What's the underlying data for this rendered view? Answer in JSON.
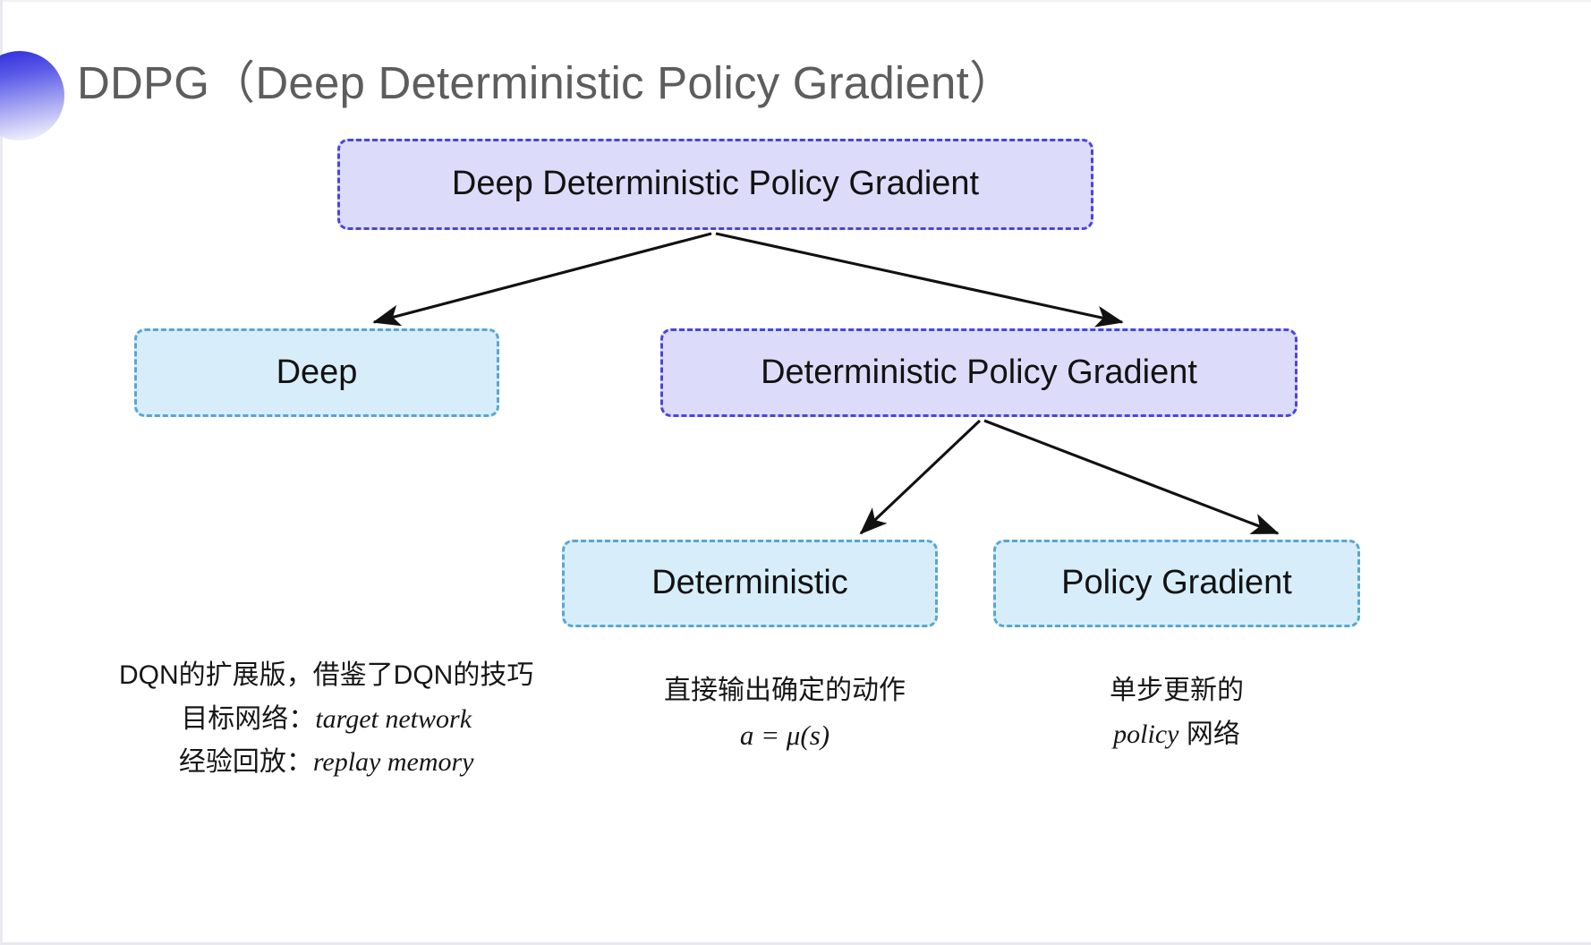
{
  "slide": {
    "title": "DDPG（Deep Deterministic Policy Gradient）",
    "background_color": "#ffffff",
    "title_color": "#5d5d5d",
    "accent_color": "#4a45dd"
  },
  "decoration": {
    "shape": "half-circle-gradient",
    "gradient_from": "#2b2bd8",
    "gradient_to": "#ffffff"
  },
  "diagram": {
    "nodes": [
      {
        "id": "root",
        "label": "Deep Deterministic Policy Gradient",
        "style": "purple",
        "fill": "#dcdcfa",
        "border": "#4a45dd"
      },
      {
        "id": "deep",
        "label": "Deep",
        "style": "cyan",
        "fill": "#d7eefa",
        "border": "#5aa6d2"
      },
      {
        "id": "dpg",
        "label": "Deterministic Policy Gradient",
        "style": "purple",
        "fill": "#dcdcfa",
        "border": "#4a45dd"
      },
      {
        "id": "det",
        "label": "Deterministic",
        "style": "cyan",
        "fill": "#d7eefa",
        "border": "#5aa6d2"
      },
      {
        "id": "pg",
        "label": "Policy Gradient",
        "style": "cyan",
        "fill": "#d7eefa",
        "border": "#5aa6d2"
      }
    ],
    "edges": [
      {
        "from": "root",
        "to": "deep"
      },
      {
        "from": "root",
        "to": "dpg"
      },
      {
        "from": "dpg",
        "to": "det"
      },
      {
        "from": "dpg",
        "to": "pg"
      }
    ],
    "edge_color": "#111111"
  },
  "annotations": {
    "deep": {
      "line1": "DQN的扩展版，借鉴了DQN的技巧",
      "line2_label": "目标网络：",
      "line2_term": "target network",
      "line3_label": "经验回放：",
      "line3_term": "replay memory"
    },
    "deterministic": {
      "line1": "直接输出确定的动作",
      "formula": "a = μ(s)"
    },
    "policy_gradient": {
      "line1": "单步更新的",
      "line2_term": "policy",
      "line2_suffix": " 网络"
    }
  }
}
